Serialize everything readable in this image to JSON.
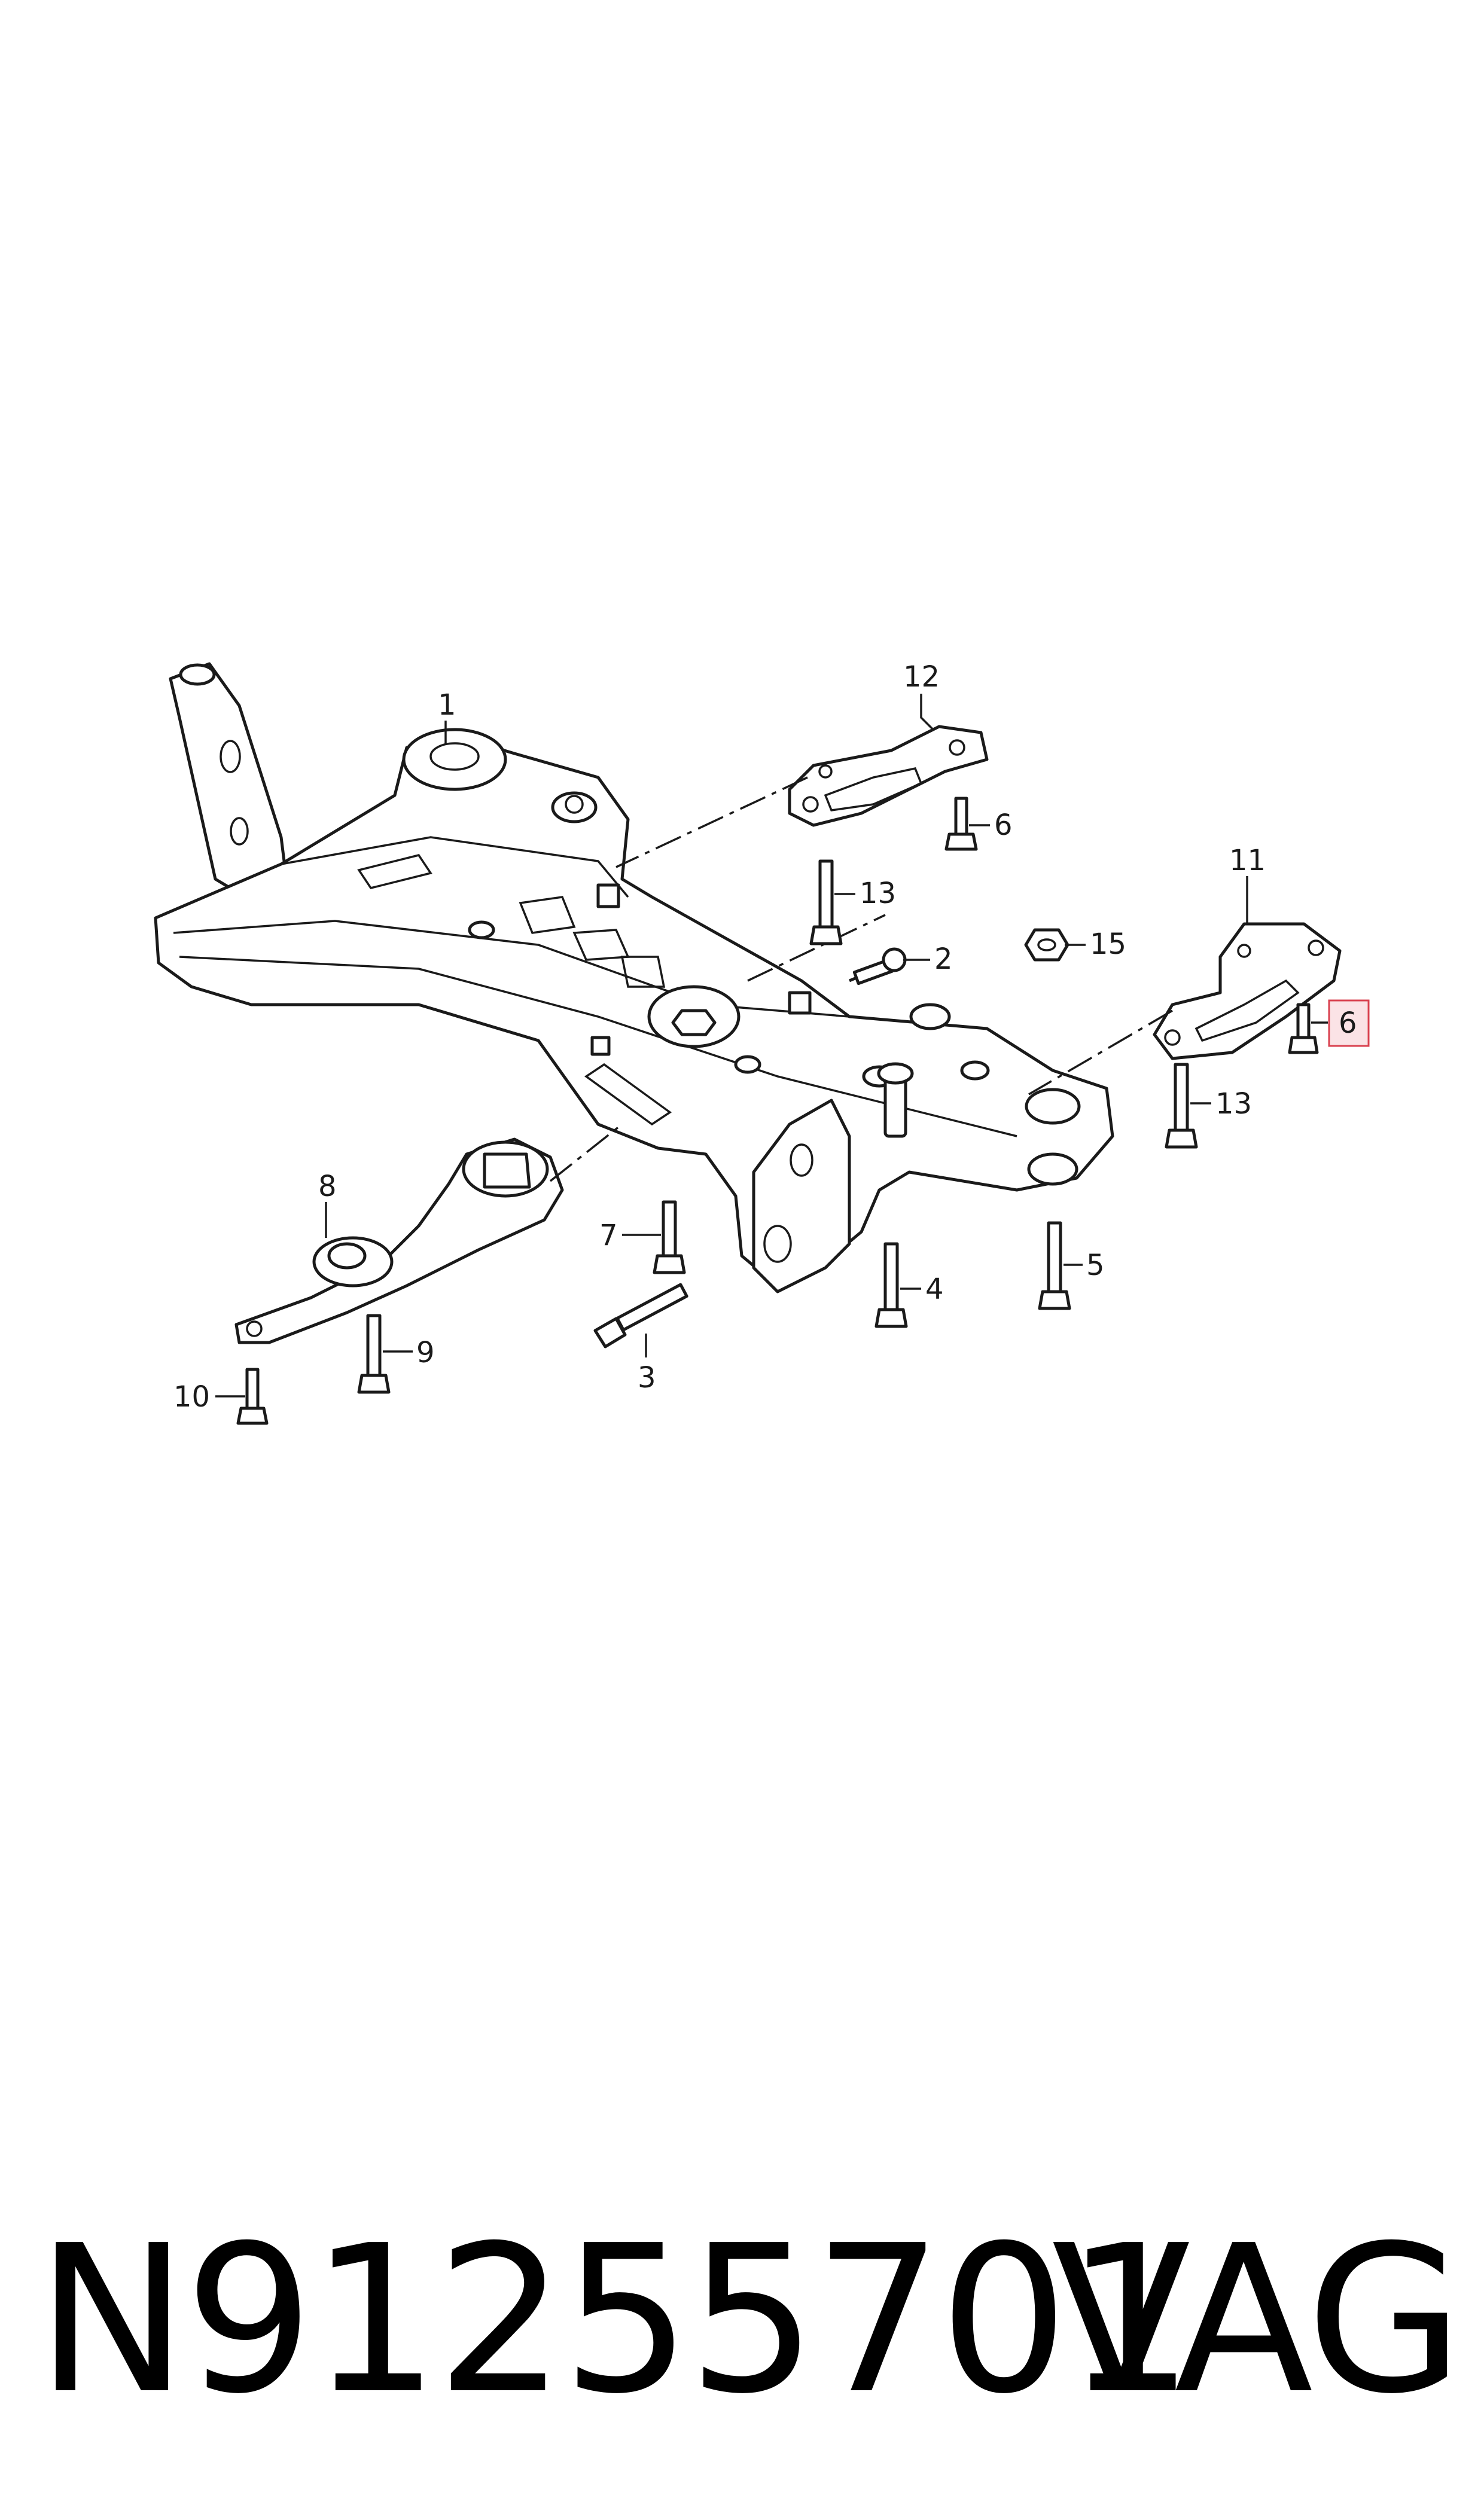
{
  "callouts": {
    "c1": "1",
    "c2": "2",
    "c3": "3",
    "c4": "4",
    "c5": "5",
    "c6a": "6",
    "c6b": "6",
    "c7": "7",
    "c8": "8",
    "c9": "9",
    "c10": "10",
    "c11": "11",
    "c12": "12",
    "c13a": "13",
    "c13b": "13",
    "c15": "15"
  },
  "highlight": {
    "callout": "6",
    "color": "#d9414f",
    "fill": "#fbe3e6"
  },
  "footer": {
    "part_number": "N91255701",
    "brand": "VAG"
  }
}
